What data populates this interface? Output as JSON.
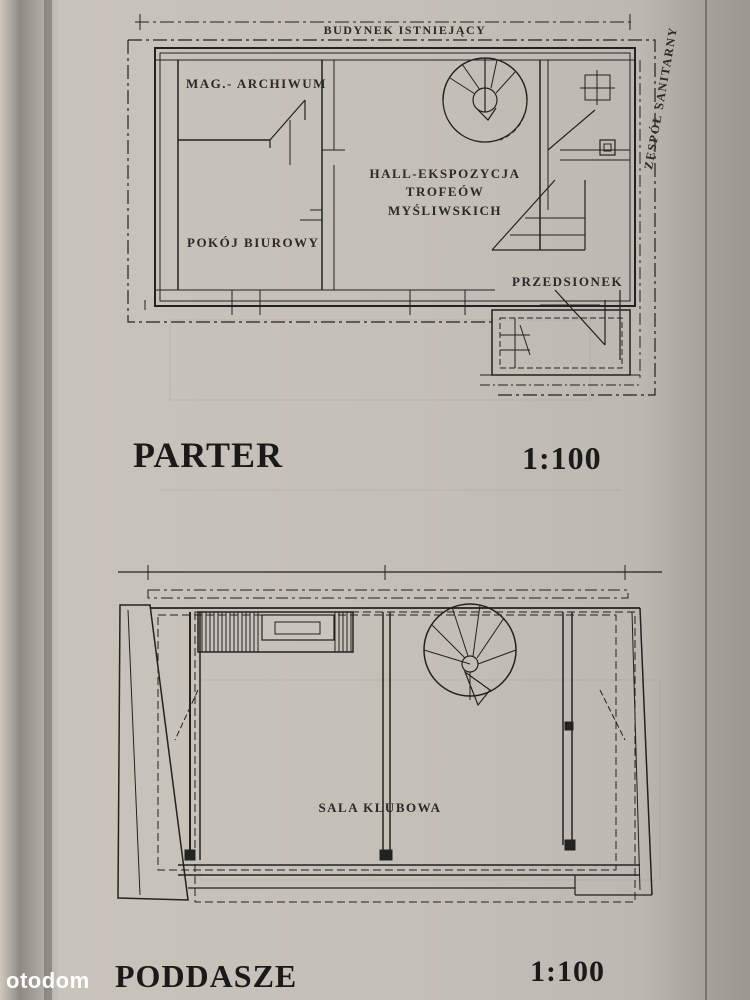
{
  "ground_floor": {
    "title": "PARTER",
    "scale": "1:100",
    "labels": {
      "existing_building": "BUDYNEK ISTNIEJĄCY",
      "sanitary": "ZESPÓŁ SANITARNY",
      "archive": "MAG.- ARCHIWUM",
      "hall_line1": "HALL-EKSPOZYCJA",
      "hall_line2": "TROFEÓW",
      "hall_line3": "MYŚLIWSKICH",
      "office": "POKÓJ BIUROWY",
      "vestibule": "PRZEDSIONEK"
    }
  },
  "attic": {
    "title": "PODDASZE",
    "scale": "1:100",
    "labels": {
      "club_room": "SALA KLUBOWA"
    }
  },
  "watermark": "otodom"
}
